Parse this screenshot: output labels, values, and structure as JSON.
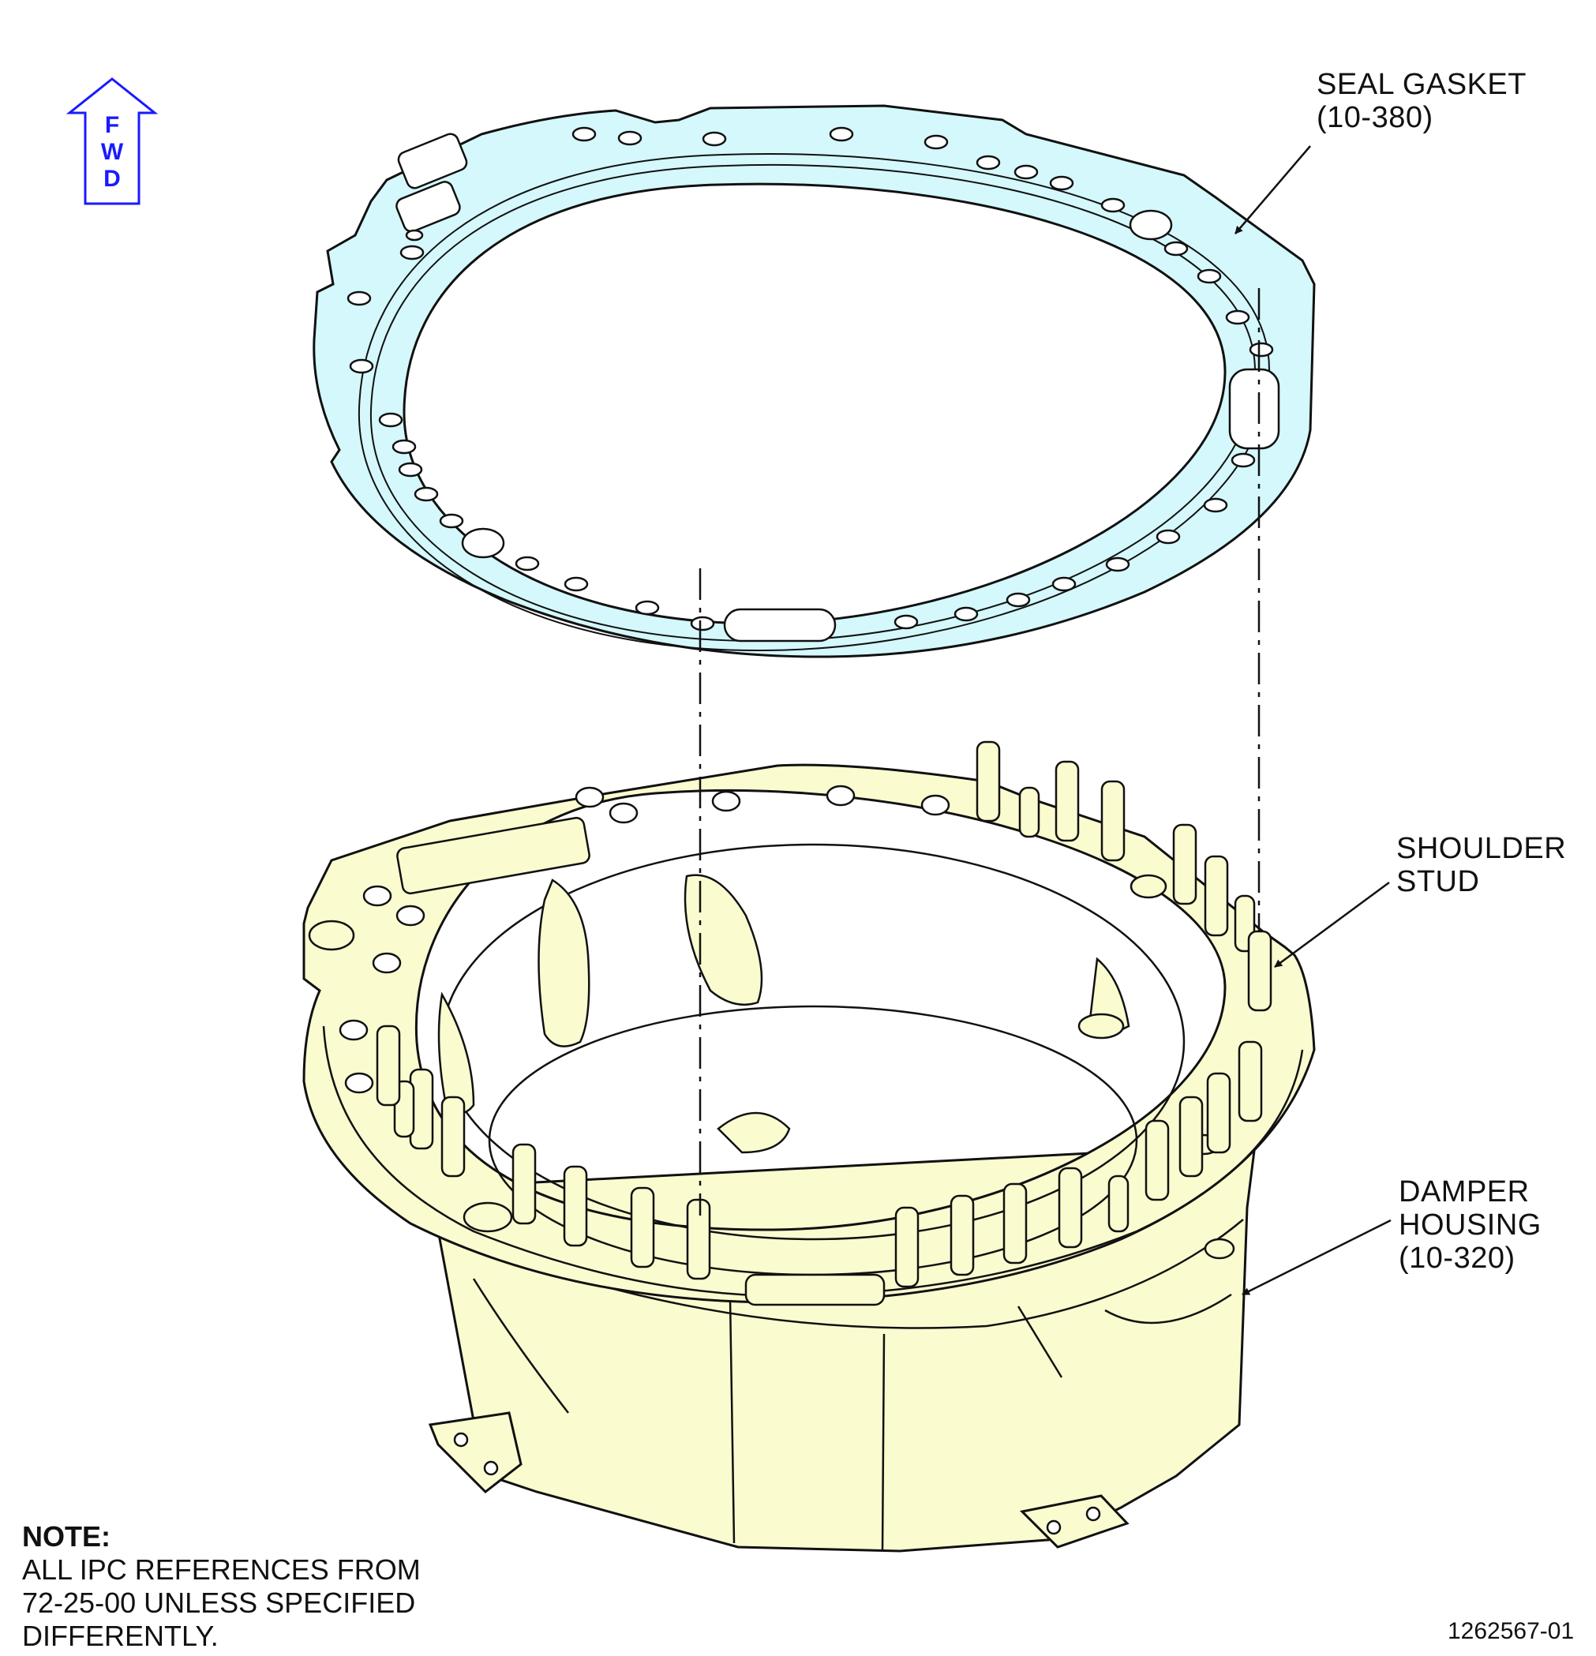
{
  "fwd_arrow": {
    "letters": [
      "F",
      "W",
      "D"
    ],
    "color": "#1a1aff"
  },
  "callouts": {
    "seal_gasket": [
      "SEAL GASKET",
      "(10-380)"
    ],
    "shoulder_stud": [
      "SHOULDER",
      "STUD"
    ],
    "damper_housing": [
      "DAMPER",
      "HOUSING",
      "(10-320)"
    ]
  },
  "note": {
    "title": "NOTE:",
    "lines": [
      "ALL IPC REFERENCES FROM",
      "72-25-00 UNLESS SPECIFIED",
      "DIFFERENTLY."
    ]
  },
  "figure_number": "1262567-01",
  "colors": {
    "gasket_fill": "#d4f8fb",
    "housing_fill": "#fbfbd0",
    "outline": "#111111"
  }
}
